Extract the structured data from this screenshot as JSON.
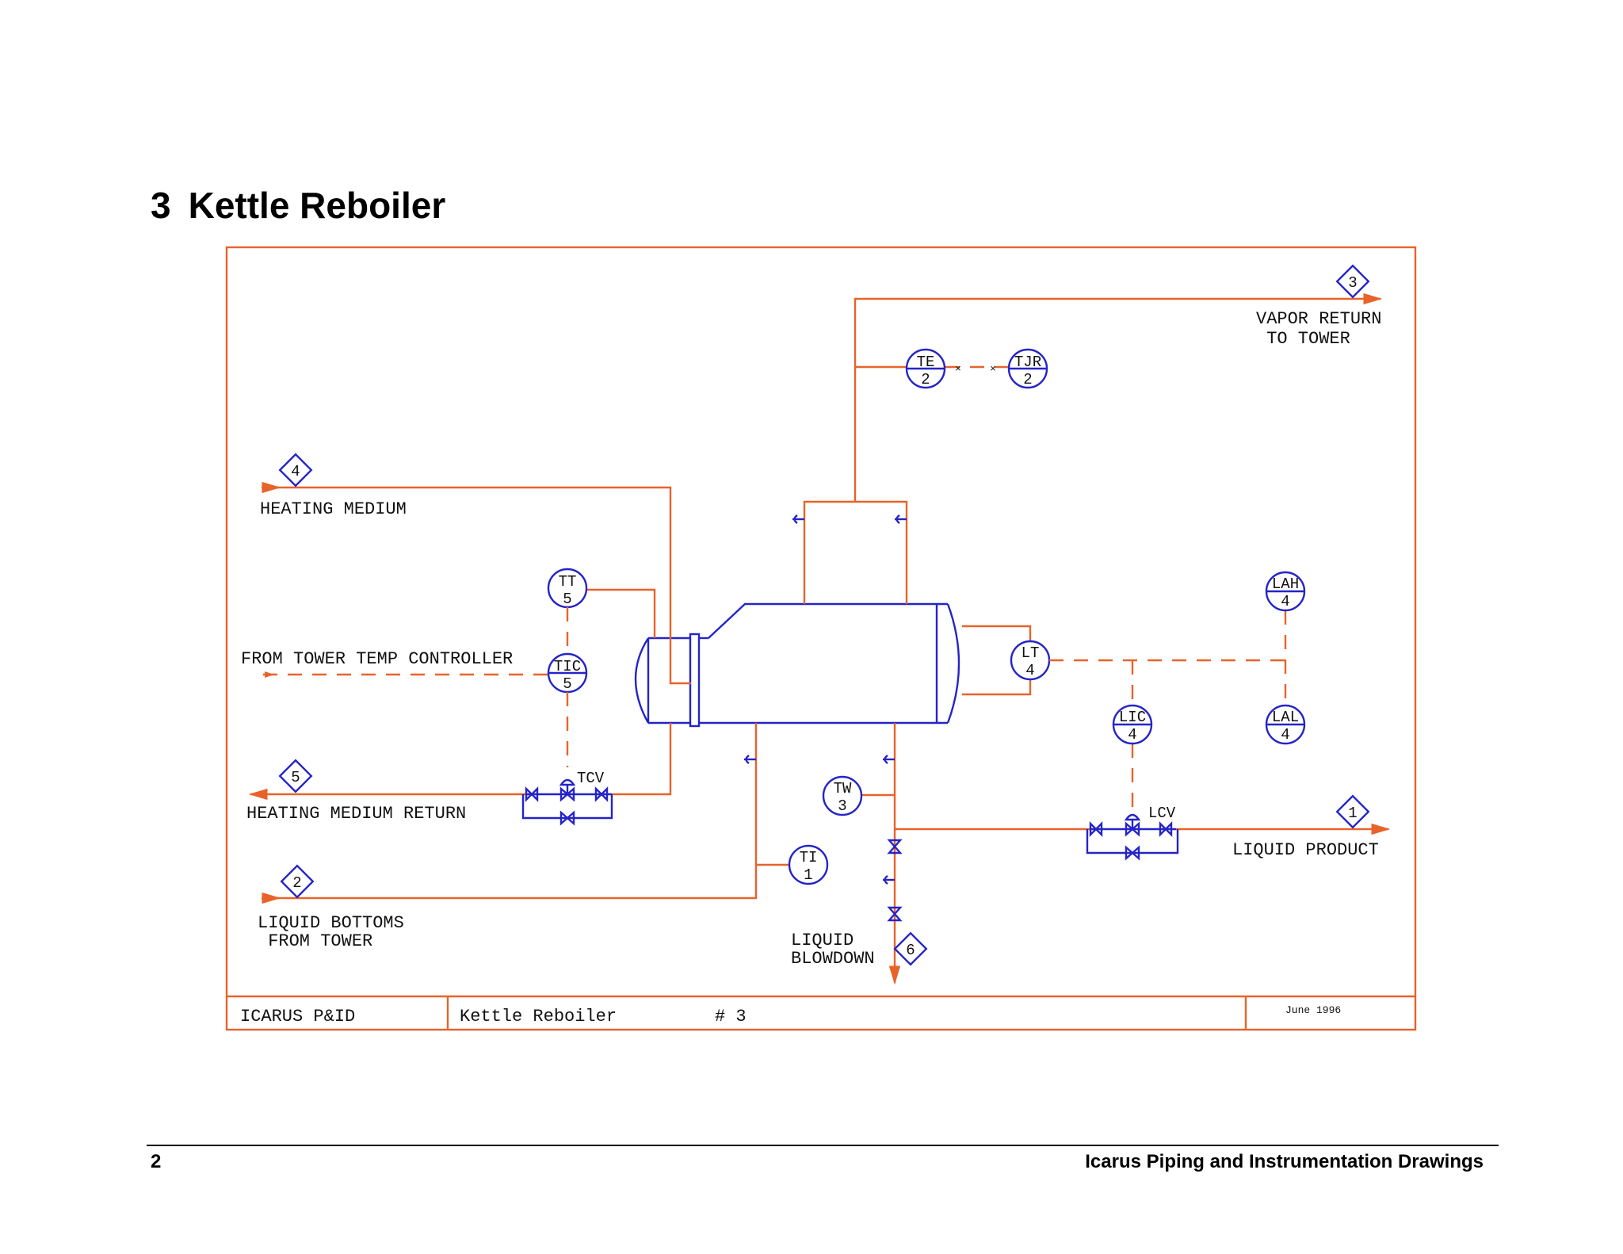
{
  "section": {
    "number": "3",
    "title": "Kettle Reboiler"
  },
  "streams": [
    {
      "id": "3",
      "label_lines": [
        "VAPOR RETURN",
        " TO TOWER"
      ]
    },
    {
      "id": "4",
      "label_lines": [
        "HEATING MEDIUM"
      ]
    },
    {
      "id": "5",
      "label_lines": [
        "HEATING MEDIUM RETURN"
      ]
    },
    {
      "id": "2",
      "label_lines": [
        "LIQUID BOTTOMS",
        " FROM TOWER"
      ]
    },
    {
      "id": "1",
      "label_lines": [
        "LIQUID PRODUCT"
      ]
    },
    {
      "id": "6",
      "label_lines": [
        "LIQUID",
        "BLOWDOWN"
      ]
    }
  ],
  "signal_label": "FROM TOWER TEMP CONTROLLER",
  "instruments": [
    {
      "letters": "TE",
      "number": "2"
    },
    {
      "letters": "TJR",
      "number": "2"
    },
    {
      "letters": "TT",
      "number": "5"
    },
    {
      "letters": "TIC",
      "number": "5"
    },
    {
      "letters": "LT",
      "number": "4"
    },
    {
      "letters": "LAH",
      "number": "4"
    },
    {
      "letters": "LIC",
      "number": "4"
    },
    {
      "letters": "LAL",
      "number": "4"
    },
    {
      "letters": "TW",
      "number": "3"
    },
    {
      "letters": "TI",
      "number": "1"
    }
  ],
  "valves": {
    "tcv": "TCV",
    "lcv": "LCV"
  },
  "title_block": {
    "org": "ICARUS P&ID",
    "drawing": "Kettle Reboiler",
    "number": "# 3",
    "date": "June 1996"
  },
  "footer": {
    "page": "2",
    "title": "Icarus Piping and Instrumentation Drawings"
  },
  "colors": {
    "process_line": "#e8632a",
    "equipment": "#2424c8",
    "text": "#111111"
  }
}
